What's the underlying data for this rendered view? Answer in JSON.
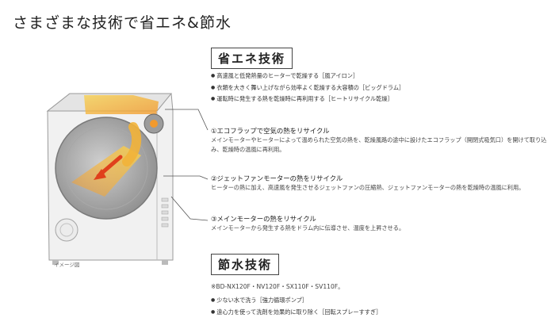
{
  "title": "さまざまな技術で省エネ&節水",
  "energy": {
    "heading": "省エネ技術",
    "bullets": [
      "高速風と低発熱量のヒーターで乾燥する［風アイロン］",
      "衣類を大きく舞い上げながら効率よく乾燥する大容積の［ビッグドラム］",
      "運転時に発生する熱を乾燥時に再利用する［ヒートリサイクル乾燥］"
    ],
    "features": [
      {
        "head": "①エコフラップで空気の熱をリサイクル",
        "body": "メインモーターやヒーターによって温められた空気の熱を、乾燥風路の途中に設けたエコフラップ（開閉式吸気口）を開けて取り込み、乾燥時の温風に再利用。"
      },
      {
        "head": "②ジェットファンモーターの熱をリサイクル",
        "body": "ヒーターの熱に加え、高速風を発生させるジェットファンの圧縮熱、ジェットファンモーターの熱を乾燥時の温風に利用。"
      },
      {
        "head": "③メインモーターの熱をリサイクル",
        "body": "メインモーターから発生する熱をドラム内に伝導させ、温度を上昇させる。"
      }
    ]
  },
  "water": {
    "heading": "節水技術",
    "models": "※BD-NX120F・NV120F・SX110F・SV110F。",
    "bullets": [
      "少ない水で洗う［強力循環ポンプ］",
      "遠心力を使って洗剤を効果的に取り除く［回転スプレーすすぎ］"
    ]
  },
  "caption": "イメージ図",
  "colors": {
    "heat_orange": "#f29a2e",
    "heat_yellow": "#f7d254",
    "arrow_red": "#e0401c",
    "line": "#555555"
  }
}
